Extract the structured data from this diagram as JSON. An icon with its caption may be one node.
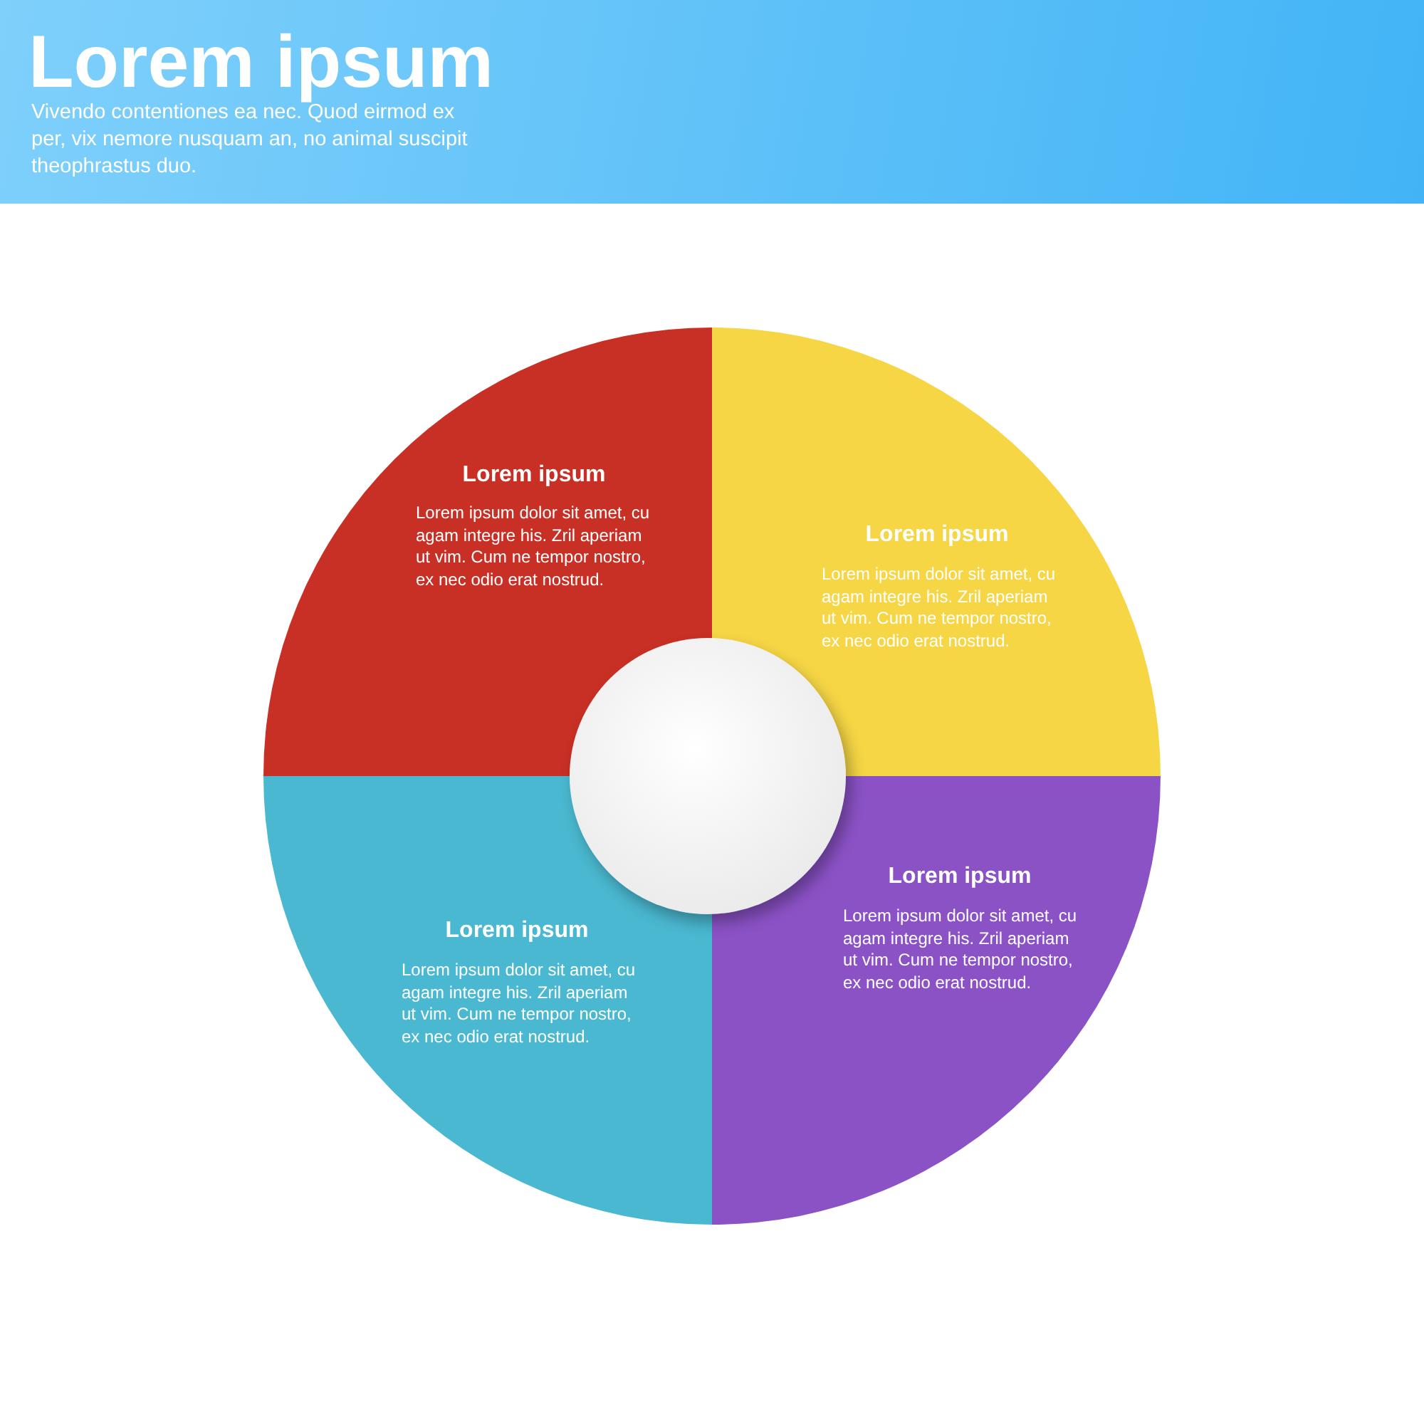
{
  "diagram": {
    "title": "Lorem ipsum",
    "nodes": [
      {
        "text": [
          "Lorem ipsum",
          "Lorem ipsum dolor sit amet, cu agam integre his. Zril aperiam ut vim. Cum ne tempor nostro, ex nec odio erat nostrud."
        ]
      },
      {
        "text": [
          "Lorem ipsum",
          "Lorem ipsum dolor sit amet, cu agam integre his. Zril aperiam ut vim. Cum ne tempor nostro, ex nec odio erat nostrud."
        ]
      },
      {
        "text": [
          "Lorem ipsum",
          "Lorem ipsum dolor sit amet, cu agam integre his. Zril aperiam ut vim. Cum ne tempor nostro, ex nec odio erat nostrud."
        ]
      },
      {
        "text": [
          "Lorem ipsum",
          "Lorem ipsum dolor sit amet, cu agam integre his. Zril aperiam ut vim. Cum ne tempor nostro, ex nec odio erat nostrud."
        ]
      },
      {
        "text": [],
        "shape": "circle"
      }
    ],
    "labels": [
      "Vivendo contentiones ea nec. Quod eirmod ex per, vix nemore nusquam an, no animal suscipit theophrastus duo."
    ]
  }
}
